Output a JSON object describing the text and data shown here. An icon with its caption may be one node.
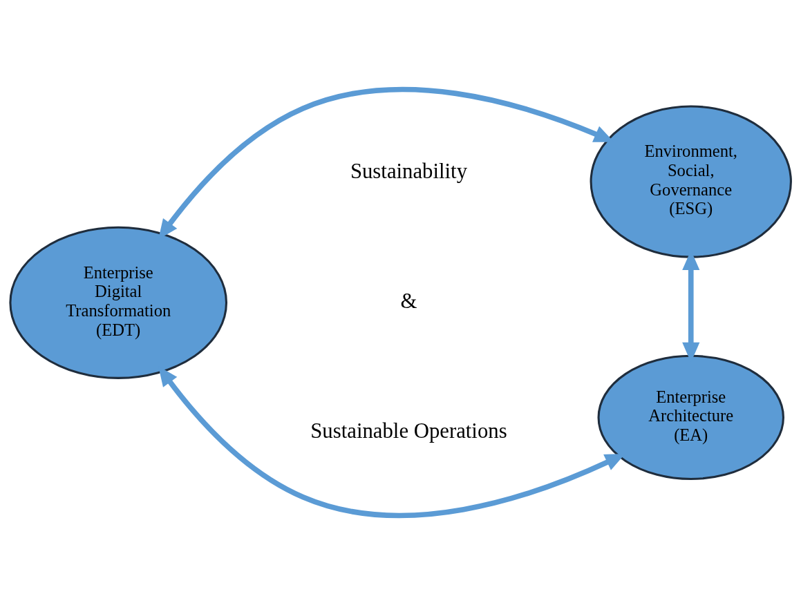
{
  "diagram": {
    "nodes": [
      {
        "text": [
          "Environment, Social, Governance (ESG)"
        ]
      },
      {
        "text": [
          "Enterprise Digital Transformation (EDT)"
        ]
      },
      {
        "text": [
          "Enterprise Architecture (EA)"
        ]
      }
    ],
    "edges": [
      {
        "from": 1,
        "to": 0,
        "arrow": "both"
      },
      {
        "from": 0,
        "to": 2,
        "arrow": "both"
      },
      {
        "from": 1,
        "to": 2,
        "arrow": "both"
      }
    ],
    "labels": [
      "Sustainability",
      "&",
      "Sustainable Operations"
    ]
  }
}
